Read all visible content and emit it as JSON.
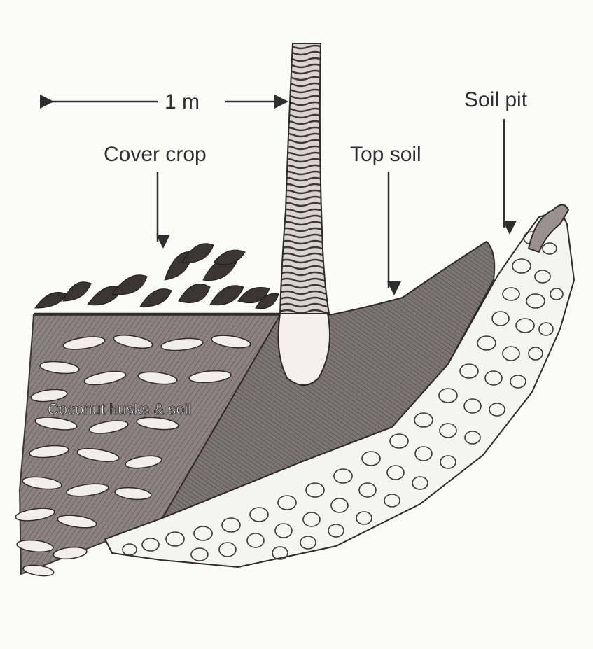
{
  "labels": {
    "width_marker": "1 m",
    "cover_crop": "Cover crop",
    "top_soil": "Top soil",
    "soil_pit": "Soil pit",
    "coconut_husks": "Coconut husks & soil"
  },
  "colors": {
    "ink": "#2e2e2e",
    "soil": "#8a8080",
    "soil_dark": "#6e6464",
    "stone_fill": "#f4f4f2",
    "leaf": "#3a3434"
  }
}
